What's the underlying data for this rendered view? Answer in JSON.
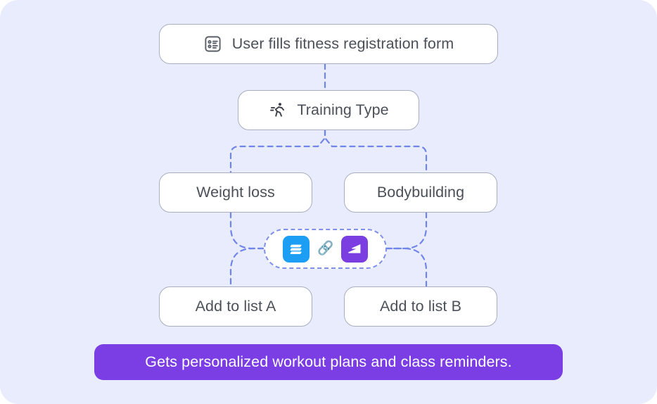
{
  "canvas": {
    "background_color": "#e9ecfd",
    "connector_color": "#6f85ea",
    "node_border_color": "#a8aebf",
    "node_text_color": "#4b5058",
    "accent_purple": "#7b3ee4"
  },
  "flow": {
    "trigger": {
      "label": "User fills fitness registration form",
      "icon": "form-list-icon"
    },
    "branch_source": {
      "label": "Training Type",
      "icon": "running-person-icon"
    },
    "branches": [
      {
        "label": "Weight loss"
      },
      {
        "label": "Bodybuilding"
      }
    ],
    "actions": [
      {
        "label": "Add to list A"
      },
      {
        "label": "Add to list B"
      }
    ],
    "integration": {
      "left_app_icon": "blue-app-logo",
      "left_app_color": "#1c9ef5",
      "link_icon": "chain-link-icon",
      "link_glyph": "🔗",
      "right_app_icon": "purple-app-logo",
      "right_app_color": "#7b3ee0"
    },
    "outcome": {
      "label": "Gets personalized workout plans and class reminders."
    }
  }
}
